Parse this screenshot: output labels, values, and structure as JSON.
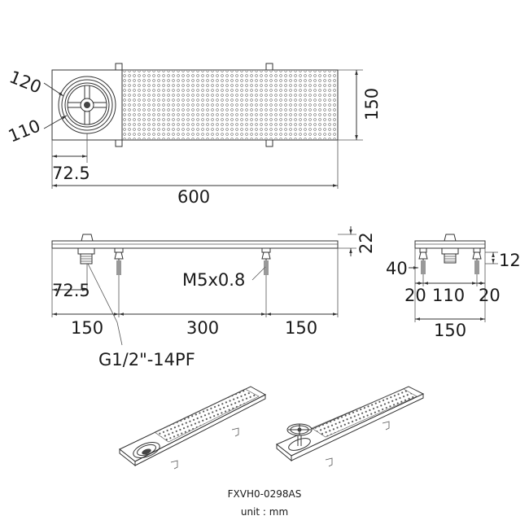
{
  "drawing": {
    "top_view": {
      "dim_length": "600",
      "dim_width": "150",
      "dim_outer_dia": "120",
      "dim_inner_dia": "110",
      "dim_center_offset": "72.5"
    },
    "front_view": {
      "dim_height": "22",
      "dim_center_offset": "72.5",
      "thread_label": "M5x0.8",
      "pipe_label": "G1/2\"-14PF",
      "dim_left": "150",
      "dim_middle": "300",
      "dim_right": "150"
    },
    "side_view": {
      "dim_depth_left": "40",
      "dim_depth_right": "12",
      "dim_seg_left": "20",
      "dim_seg_mid": "110",
      "dim_seg_right": "20",
      "dim_total": "150"
    },
    "model": "FXVH0-0298AS",
    "unit": "unit : mm"
  }
}
